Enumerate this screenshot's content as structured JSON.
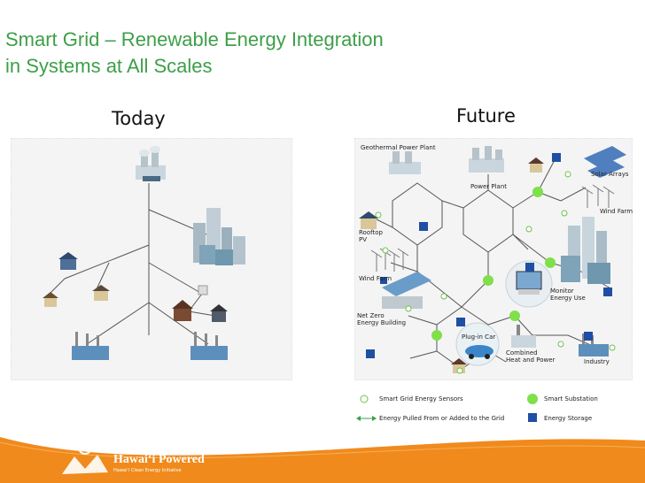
{
  "title": {
    "line1": "Smart Grid – Renewable Energy Integration",
    "line2": "in Systems at All Scales"
  },
  "today_label": "Today",
  "future_label": "Future",
  "future_labels": {
    "geothermal": "Geothermal Power Plant",
    "power_plant": "Power Plant",
    "solar_arrays": "Solar Arrays",
    "wind_farm_right": "Wind Farm",
    "rooftop_1": "Rooftop",
    "rooftop_2": "PV",
    "wind_farm_left": "Wind Farm",
    "monitor_1": "Monitor",
    "monitor_2": "Energy Use",
    "net_zero_1": "Net Zero",
    "net_zero_2": "Energy Building",
    "plug_in_car": "Plug-in Car",
    "combined_1": "Combined",
    "combined_2": "Heat and Power",
    "industry": "Industry"
  },
  "legend": {
    "sensors": "Smart Grid Energy Sensors",
    "pulled": "Energy Pulled From or Added to the Grid",
    "substation": "Smart Substation",
    "storage": "Energy Storage"
  },
  "colors": {
    "title": "#3d9f49",
    "footer": "#f08a1c",
    "substation": "#7fe04a",
    "storage": "#1f4fa3",
    "line": "#555555"
  },
  "footer": {
    "brand": "Hawaiʻi Powered",
    "tagline": "Hawaiʻi Clean Energy Initiative"
  }
}
